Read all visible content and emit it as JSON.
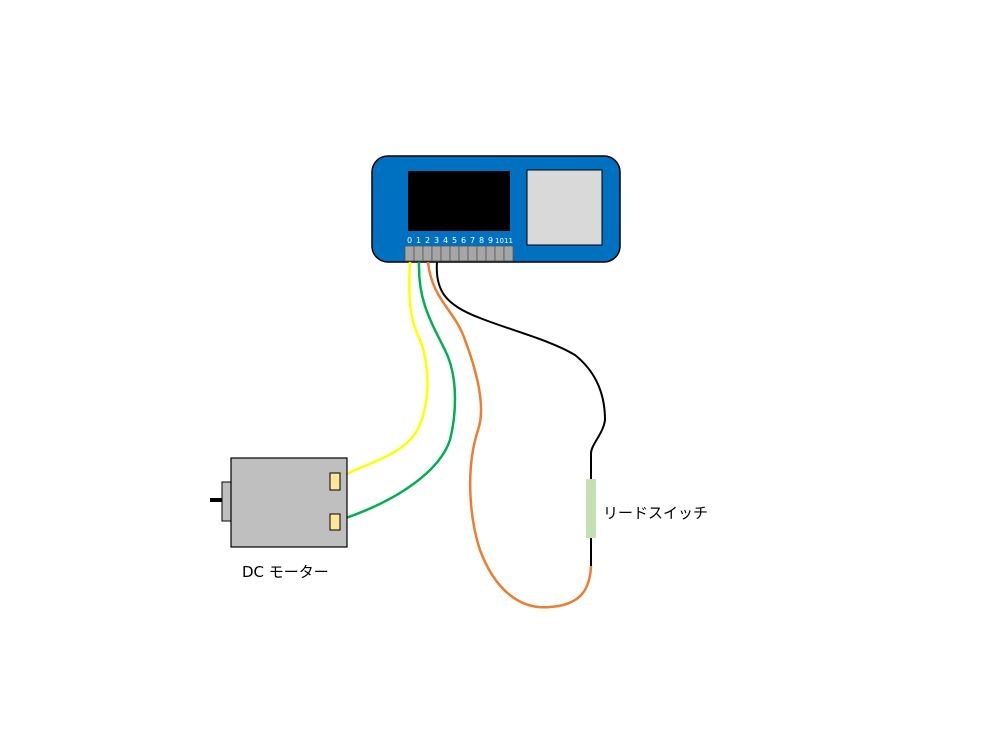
{
  "board": {
    "pin_labels": [
      "0",
      "1",
      "2",
      "3",
      "4",
      "5",
      "6",
      "7",
      "8",
      "9",
      "10",
      "11"
    ],
    "colors": {
      "body": "#0070c0",
      "screen": "#000000",
      "button": "#d9d9d9",
      "pins": "#a6a6a6"
    }
  },
  "motor": {
    "label": "DC モーター",
    "colors": {
      "body": "#bfbfbf",
      "terminal": "#ffe699"
    }
  },
  "reed_switch": {
    "label": "リードスイッチ",
    "color": "#c5e0b4"
  },
  "wires": [
    {
      "pin": "0",
      "to": "motor-terminal-top",
      "color": "#ffff00"
    },
    {
      "pin": "1",
      "to": "motor-terminal-bottom",
      "color": "#00b050"
    },
    {
      "pin": "2",
      "to": "reed-switch-bottom",
      "color": "#ed7d31"
    },
    {
      "pin": "3",
      "to": "reed-switch-top",
      "color": "#000000"
    }
  ]
}
